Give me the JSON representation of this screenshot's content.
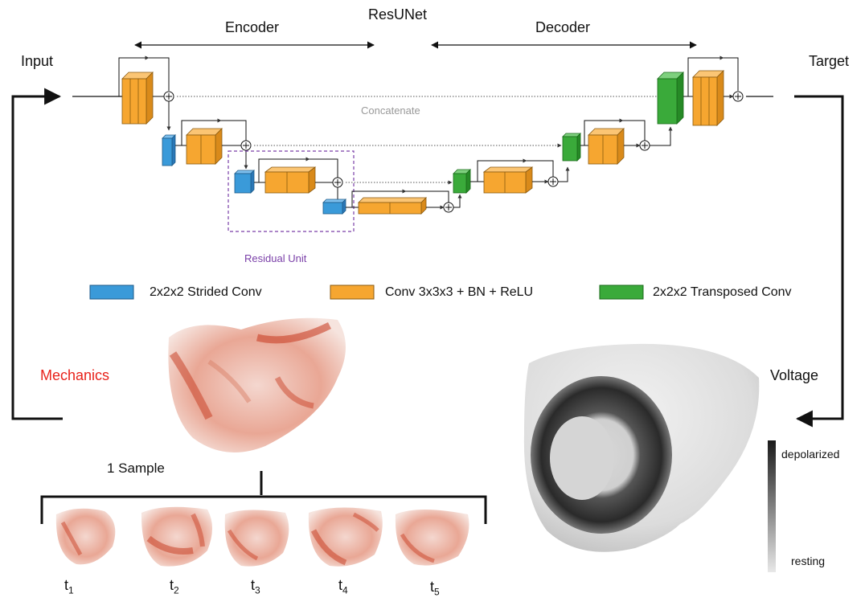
{
  "title": "ResUNet",
  "encoder_label": "Encoder",
  "decoder_label": "Decoder",
  "input_label": "Input",
  "target_label": "Target",
  "concatenate_label": "Concatenate",
  "residual_unit_label": "Residual Unit",
  "legend": [
    {
      "label": "2x2x2 Strided Conv",
      "color": "#3a9ad9"
    },
    {
      "label": "Conv 3x3x3 + BN + ReLU",
      "color": "#f6a630"
    },
    {
      "label": "2x2x2 Transposed Conv",
      "color": "#3aaa3a"
    }
  ],
  "mechanics_label": "Mechanics",
  "voltage_label": "Voltage",
  "sample_label": "1 Sample",
  "timesteps": [
    {
      "t": "t",
      "sub": "1"
    },
    {
      "t": "t",
      "sub": "2"
    },
    {
      "t": "t",
      "sub": "3"
    },
    {
      "t": "t",
      "sub": "4"
    },
    {
      "t": "t",
      "sub": "5"
    }
  ],
  "colorbar": {
    "top_label": "depolarized",
    "bottom_label": "resting"
  },
  "colors": {
    "mechanics": "#e8231b",
    "residual_box": "#7a3fa8",
    "concatenate": "#999999"
  }
}
